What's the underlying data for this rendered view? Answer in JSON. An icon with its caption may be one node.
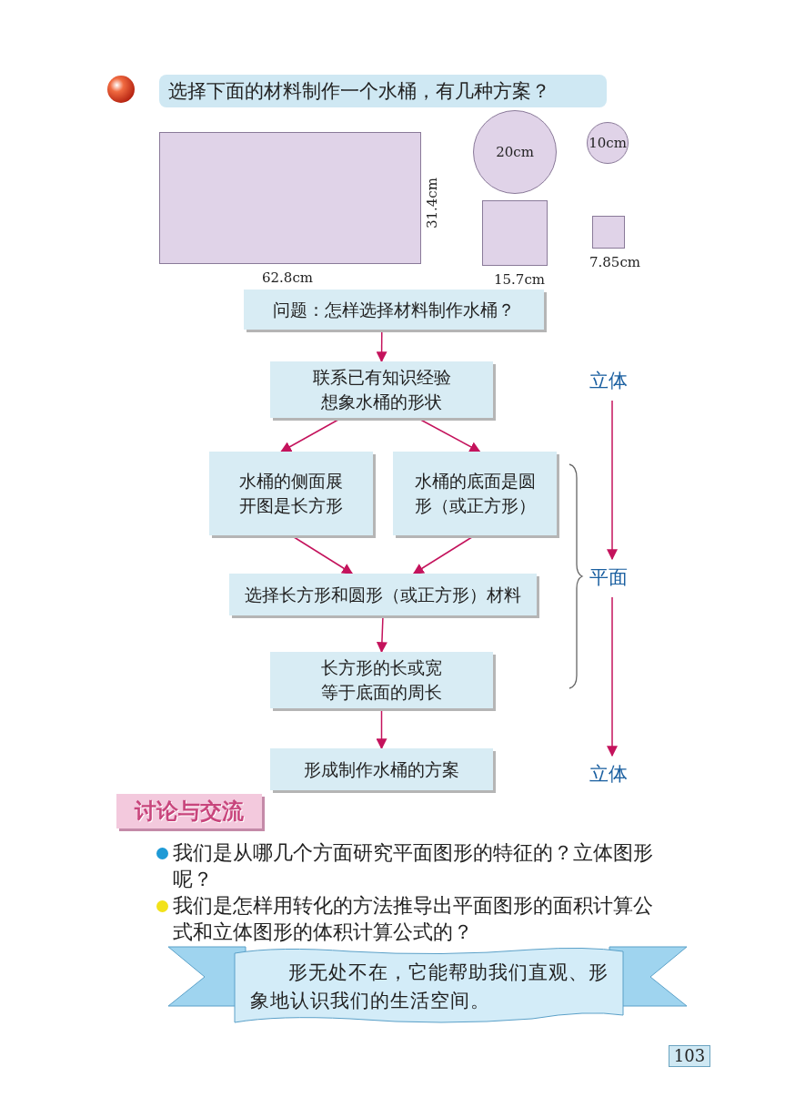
{
  "diagram": {
    "title": "选择下面的材料制作一个水桶，有几种方案？",
    "nodes": [
      {
        "text": [],
        "shape": "box",
        "beside": [
          "31.4cm",
          "62.8cm"
        ]
      },
      {
        "text": [
          "20cm"
        ]
      },
      {
        "text": [],
        "shape": "box",
        "beside": [
          "15.7cm"
        ]
      },
      {
        "text": [
          "10cm"
        ]
      },
      {
        "text": [],
        "shape": "box",
        "beside": [
          "7.85cm"
        ]
      },
      {
        "text": [
          "问题：怎样选择材料制作水桶？"
        ]
      },
      {
        "text": [
          "联系已有知识经验想象水桶的形状"
        ]
      },
      {
        "text": [
          "水桶的侧面展开图是长方形"
        ]
      },
      {
        "text": [
          "水桶的底面是圆形（或正方形）"
        ]
      },
      {
        "text": [
          "选择长方形和圆形（或正方形）材料"
        ]
      },
      {
        "text": [
          "长方形的长或宽等于底面的周长"
        ]
      },
      {
        "text": [
          "形成制作水桶的方案"
        ]
      },
      {
        "text": [
          "立体"
        ]
      },
      {
        "text": [
          "平面"
        ]
      },
      {
        "text": [
          "立体"
        ]
      },
      {
        "text": [
          "讨论与交流"
        ]
      },
      {
        "text": [
          "形无处不在，它能帮助我们直观、形象地认识我们的生活空间。"
        ]
      },
      {
        "text": [
          "103"
        ]
      }
    ],
    "edges": [
      {
        "from": 5,
        "to": 6,
        "arrow": "to"
      },
      {
        "from": 6,
        "to": 7,
        "arrow": "to"
      },
      {
        "from": 6,
        "to": 8,
        "arrow": "to"
      },
      {
        "from": 7,
        "to": 9,
        "arrow": "to"
      },
      {
        "from": 8,
        "to": 9,
        "arrow": "to"
      },
      {
        "from": 9,
        "to": 10,
        "arrow": "to"
      },
      {
        "from": 10,
        "to": 11,
        "arrow": "to"
      },
      {
        "from": 12,
        "to": 13,
        "arrow": "to"
      },
      {
        "from": 13,
        "to": 14,
        "arrow": "to"
      }
    ],
    "labels": [
      "我们是从哪几个方面研究平面图形的特征的？立体图形呢？",
      "我们是怎样用转化的方法推导出平面图形的面积计算公式和立体图形的体积计算公式的？"
    ]
  }
}
